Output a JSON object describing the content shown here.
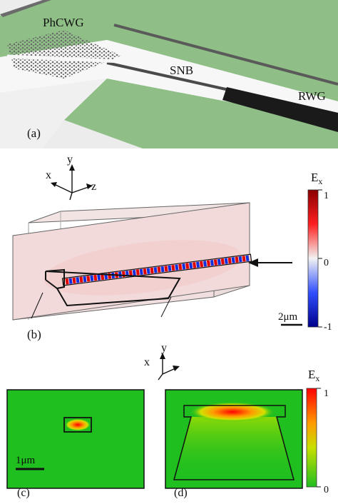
{
  "panel_a": {
    "panel_label": "(a)",
    "labels": {
      "phcwg": "PhCWG",
      "snb": "SNB",
      "rwg": "RWG"
    }
  },
  "panel_b": {
    "panel_label": "(b)",
    "axes": {
      "x": "x",
      "y": "y",
      "z": "z"
    },
    "colorbar": {
      "title": "E",
      "subscript": "x",
      "ticks": [
        "1",
        "0",
        "-1"
      ]
    },
    "scalebar": "2μm"
  },
  "panel_cd": {
    "axes": {
      "x": "x",
      "y": "y"
    },
    "colorbar": {
      "title": "E",
      "subscript": "x",
      "ticks": [
        "1",
        "0"
      ]
    },
    "panel_c_label": "(c)",
    "panel_d_label": "(d)",
    "scalebar": "1μm"
  },
  "colors": {
    "green_field": "#8fbf86",
    "sim_green": "#1fbf1f",
    "rwg_black": "#1a1a1a"
  }
}
